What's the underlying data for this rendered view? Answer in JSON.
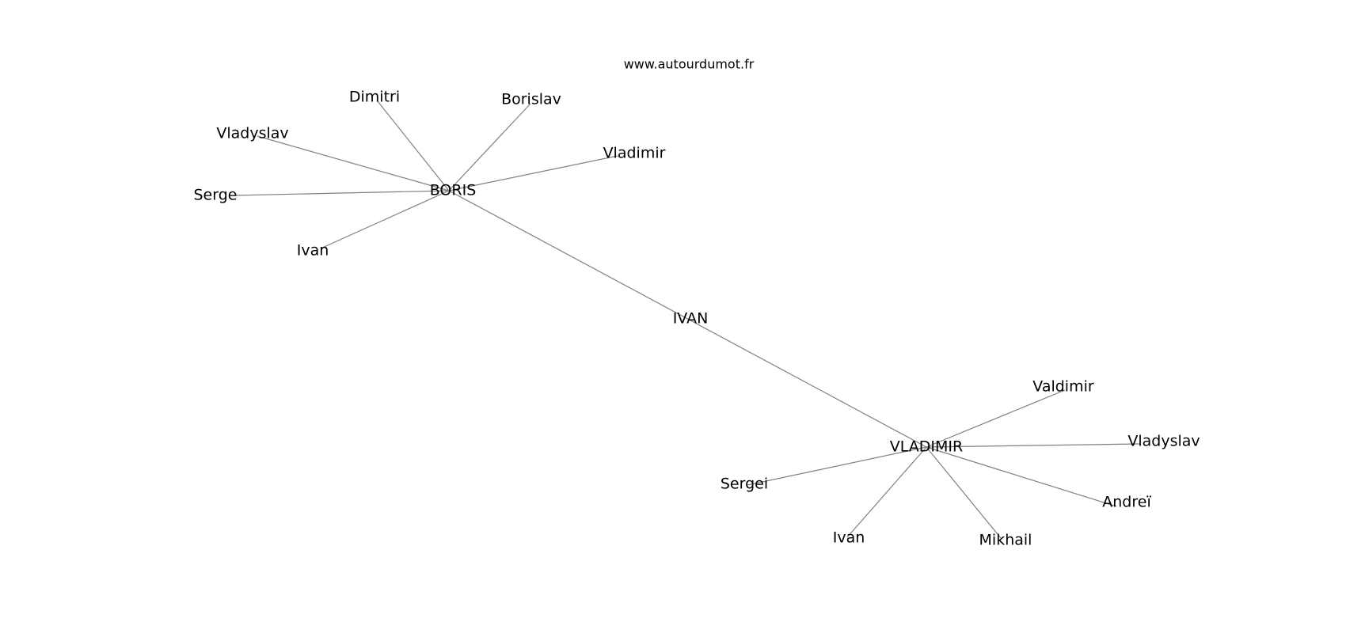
{
  "source": "www.autourdumot.fr",
  "nodes": [
    {
      "id": "ivan_center",
      "label": "IVAN",
      "role": "center"
    },
    {
      "id": "boris",
      "label": "BORIS",
      "role": "hub"
    },
    {
      "id": "vladimir_hub",
      "label": "VLADIMIR",
      "role": "hub"
    },
    {
      "id": "dimitri",
      "label": "Dimitri",
      "role": "leaf"
    },
    {
      "id": "borislav",
      "label": "Borislav",
      "role": "leaf"
    },
    {
      "id": "vladyslav_1",
      "label": "Vladyslav",
      "role": "leaf"
    },
    {
      "id": "vladimir_leaf",
      "label": "Vladimir",
      "role": "leaf"
    },
    {
      "id": "serge",
      "label": "Serge",
      "role": "leaf"
    },
    {
      "id": "ivan_leaf_1",
      "label": "Ivan",
      "role": "leaf"
    },
    {
      "id": "valdimir",
      "label": "Valdimir",
      "role": "leaf"
    },
    {
      "id": "vladyslav_2",
      "label": "Vladyslav",
      "role": "leaf"
    },
    {
      "id": "andrei",
      "label": "Andreï",
      "role": "leaf"
    },
    {
      "id": "sergei",
      "label": "Sergei",
      "role": "leaf"
    },
    {
      "id": "ivan_leaf_2",
      "label": "Ivan",
      "role": "leaf"
    },
    {
      "id": "mikhail",
      "label": "Mikhail",
      "role": "leaf"
    }
  ],
  "edges": [
    [
      "boris",
      "vladimir_hub"
    ],
    [
      "boris",
      "dimitri"
    ],
    [
      "boris",
      "borislav"
    ],
    [
      "boris",
      "vladyslav_1"
    ],
    [
      "boris",
      "vladimir_leaf"
    ],
    [
      "boris",
      "serge"
    ],
    [
      "boris",
      "ivan_leaf_1"
    ],
    [
      "vladimir_hub",
      "valdimir"
    ],
    [
      "vladimir_hub",
      "vladyslav_2"
    ],
    [
      "vladimir_hub",
      "andrei"
    ],
    [
      "vladimir_hub",
      "sergei"
    ],
    [
      "vladimir_hub",
      "ivan_leaf_2"
    ],
    [
      "vladimir_hub",
      "mikhail"
    ]
  ]
}
